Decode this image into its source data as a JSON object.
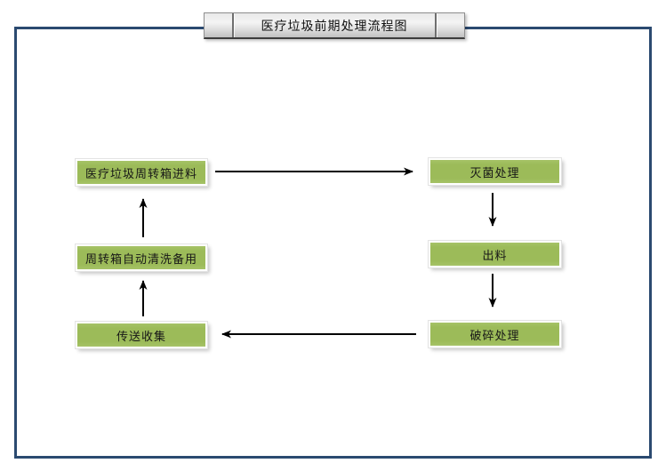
{
  "diagram": {
    "title": "医疗垃圾前期处理流程图",
    "nodes": [
      {
        "id": "feed",
        "label": "医疗垃圾周转箱进料"
      },
      {
        "id": "sterilize",
        "label": "灭菌处理"
      },
      {
        "id": "discharge",
        "label": "出料"
      },
      {
        "id": "crush",
        "label": "破碎处理"
      },
      {
        "id": "wash",
        "label": "周转箱自动清洗备用"
      },
      {
        "id": "collect",
        "label": "传送收集"
      }
    ],
    "edges": [
      {
        "from": "医疗垃圾周转箱进料",
        "to": "灭菌处理",
        "direction": "right"
      },
      {
        "from": "灭菌处理",
        "to": "出料",
        "direction": "down"
      },
      {
        "from": "出料",
        "to": "破碎处理",
        "direction": "down"
      },
      {
        "from": "破碎处理",
        "to": "传送收集",
        "direction": "left"
      },
      {
        "from": "传送收集",
        "to": "周转箱自动清洗备用",
        "direction": "up"
      },
      {
        "from": "周转箱自动清洗备用",
        "to": "医疗垃圾周转箱进料",
        "direction": "up"
      }
    ],
    "colors": {
      "node_fill": "#9cbb59",
      "node_border": "#ffffff",
      "frame_border": "#2b4a70",
      "arrow": "#000000",
      "title_bar_fill": "#e2e2e2"
    }
  }
}
